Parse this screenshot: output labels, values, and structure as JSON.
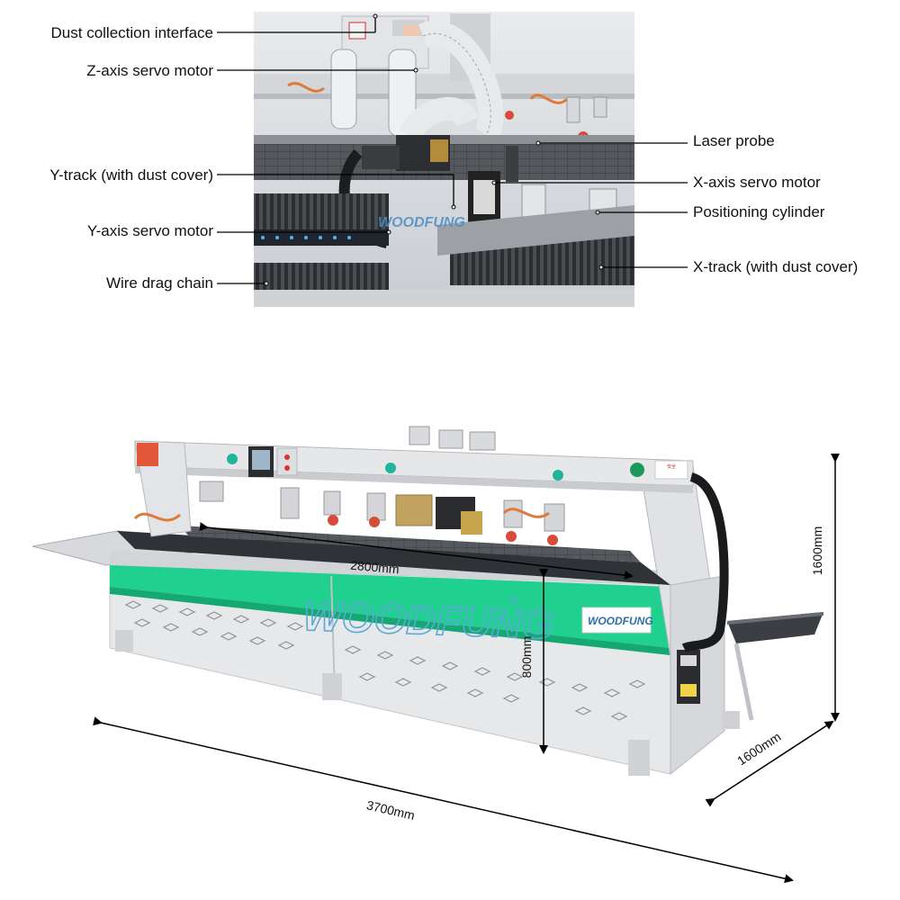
{
  "callouts_left": [
    {
      "id": "dust",
      "label": "Dust collection interface"
    },
    {
      "id": "zservo",
      "label": "Z-axis servo motor"
    },
    {
      "id": "ytrack",
      "label": "Y-track (with dust cover)"
    },
    {
      "id": "yservo",
      "label": "Y-axis servo motor"
    },
    {
      "id": "chain",
      "label": "Wire drag chain"
    }
  ],
  "callouts_right": [
    {
      "id": "laser",
      "label": "Laser probe"
    },
    {
      "id": "xservo",
      "label": "X-axis servo motor"
    },
    {
      "id": "cyl",
      "label": "Positioning cylinder"
    },
    {
      "id": "xtrack",
      "label": "X-track (with dust cover)"
    }
  ],
  "dimensions": {
    "length": "3700mm",
    "width": "1600mm",
    "height": "1600mm",
    "x_travel": "2800mm",
    "work_height": "800mm"
  },
  "brand": {
    "logo_main": "WOODFUNG",
    "logo_panel": "WOODFUNG",
    "logo_photo": "WOODFUNG",
    "registered_mark": "®"
  },
  "colors": {
    "accent_green": "#1fd08f",
    "frame_gray": "#dedfe1",
    "logo_blue": "#5aa9d6",
    "warning_red": "#e2563a"
  }
}
